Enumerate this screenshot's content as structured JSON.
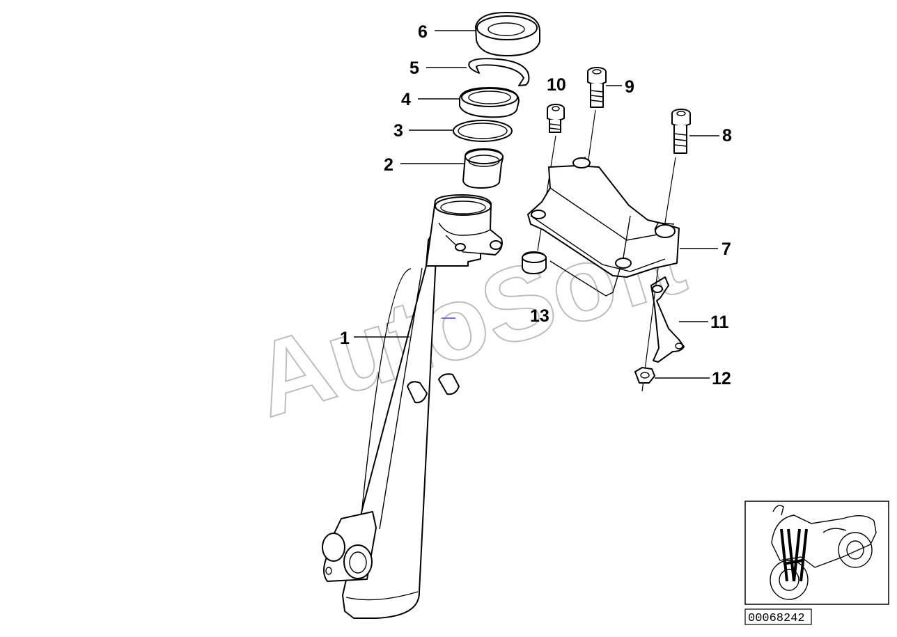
{
  "watermark": "AutoSoft",
  "reference_number": "00068242",
  "callouts": [
    {
      "id": "1",
      "label": "1"
    },
    {
      "id": "2",
      "label": "2"
    },
    {
      "id": "3",
      "label": "3"
    },
    {
      "id": "4",
      "label": "4"
    },
    {
      "id": "5",
      "label": "5"
    },
    {
      "id": "6",
      "label": "6"
    },
    {
      "id": "7",
      "label": "7"
    },
    {
      "id": "8",
      "label": "8"
    },
    {
      "id": "9",
      "label": "9"
    },
    {
      "id": "10",
      "label": "10"
    },
    {
      "id": "11",
      "label": "11"
    },
    {
      "id": "12",
      "label": "12"
    },
    {
      "id": "13",
      "label": "13"
    }
  ],
  "colors": {
    "line": "#000000",
    "watermark": "#bdbdbd",
    "background": "#ffffff"
  }
}
